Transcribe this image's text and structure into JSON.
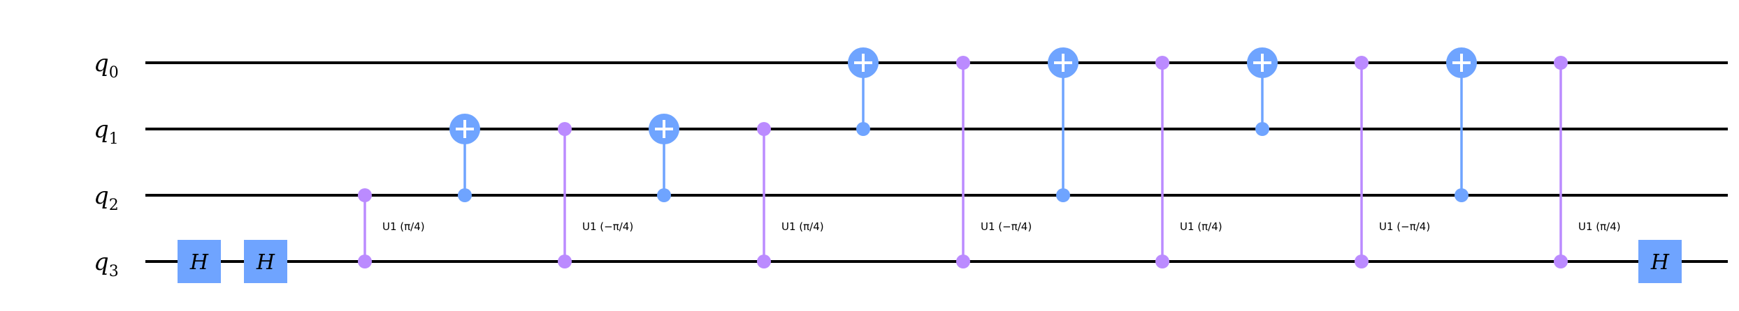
{
  "circuit": {
    "qubits": [
      {
        "label": "q",
        "index": "0"
      },
      {
        "label": "q",
        "index": "1"
      },
      {
        "label": "q",
        "index": "2"
      },
      {
        "label": "q",
        "index": "3"
      }
    ],
    "colors": {
      "wire": "#000000",
      "gate_h": "#6fa4ff",
      "cx": "#6fa4ff",
      "cu1": "#bb8bff",
      "cx_plus": "#ffffff"
    },
    "operations": [
      {
        "type": "h",
        "label": "H",
        "target": 3
      },
      {
        "type": "h",
        "label": "H",
        "target": 3
      },
      {
        "type": "cu1",
        "label": "U1 (π/4)",
        "qubits": [
          2,
          3
        ]
      },
      {
        "type": "cx",
        "control": 2,
        "target": 1
      },
      {
        "type": "cu1",
        "label": "U1 (−π/4)",
        "qubits": [
          1,
          3
        ]
      },
      {
        "type": "cx",
        "control": 2,
        "target": 1
      },
      {
        "type": "cu1",
        "label": "U1 (π/4)",
        "qubits": [
          1,
          3
        ]
      },
      {
        "type": "cx",
        "control": 1,
        "target": 0
      },
      {
        "type": "cu1",
        "label": "U1 (−π/4)",
        "qubits": [
          0,
          3
        ]
      },
      {
        "type": "cx",
        "control": 2,
        "target": 0
      },
      {
        "type": "cu1",
        "label": "U1 (π/4)",
        "qubits": [
          0,
          3
        ]
      },
      {
        "type": "cx",
        "control": 1,
        "target": 0
      },
      {
        "type": "cu1",
        "label": "U1 (−π/4)",
        "qubits": [
          0,
          3
        ]
      },
      {
        "type": "cx",
        "control": 2,
        "target": 0
      },
      {
        "type": "cu1",
        "label": "U1 (π/4)",
        "qubits": [
          0,
          3
        ]
      },
      {
        "type": "h",
        "label": "H",
        "target": 3
      }
    ]
  }
}
